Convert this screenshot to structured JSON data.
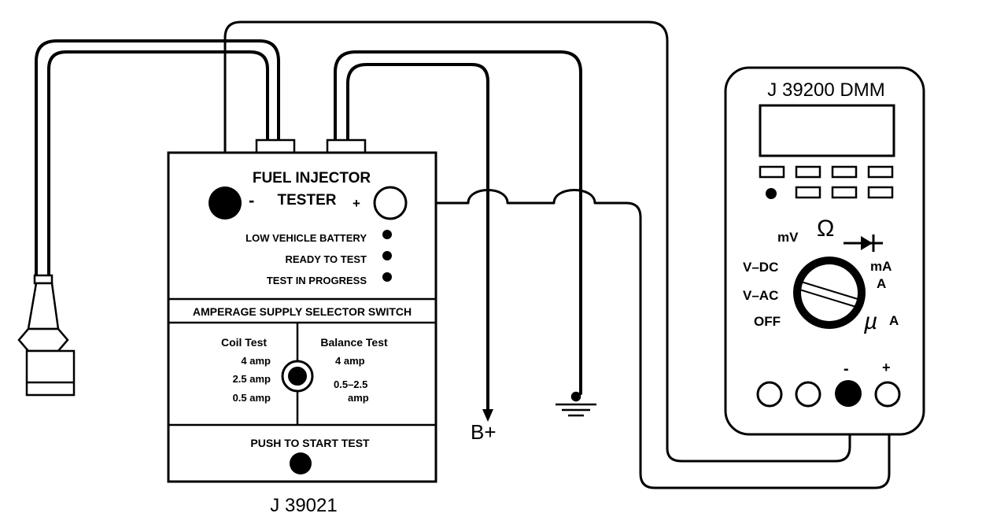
{
  "tester": {
    "title_line1": "FUEL INJECTOR",
    "title_line2": "TESTER",
    "minus": "-",
    "plus": "+",
    "indicators": [
      "LOW VEHICLE BATTERY",
      "READY TO TEST",
      "TEST IN PROGRESS"
    ],
    "selector_header": "AMPERAGE SUPPLY SELECTOR SWITCH",
    "coil_test": {
      "label": "Coil Test",
      "options": [
        "4 amp",
        "2.5 amp",
        "0.5 amp"
      ]
    },
    "balance_test": {
      "label": "Balance Test",
      "options": [
        "4 amp",
        "0.5–2.5",
        "amp"
      ]
    },
    "push_label": "PUSH TO START TEST",
    "part_number": "J 39021"
  },
  "dmm": {
    "title": "J 39200 DMM",
    "dial_labels": {
      "mv": "mV",
      "ohm": "Ω",
      "vdc": "V–DC",
      "vac": "V–AC",
      "off": "OFF",
      "ma": "mA",
      "a": "A",
      "ua_mu": "µ",
      "ua_a": "A"
    },
    "jack_minus": "-",
    "jack_plus": "+"
  },
  "supply_label": "B+"
}
